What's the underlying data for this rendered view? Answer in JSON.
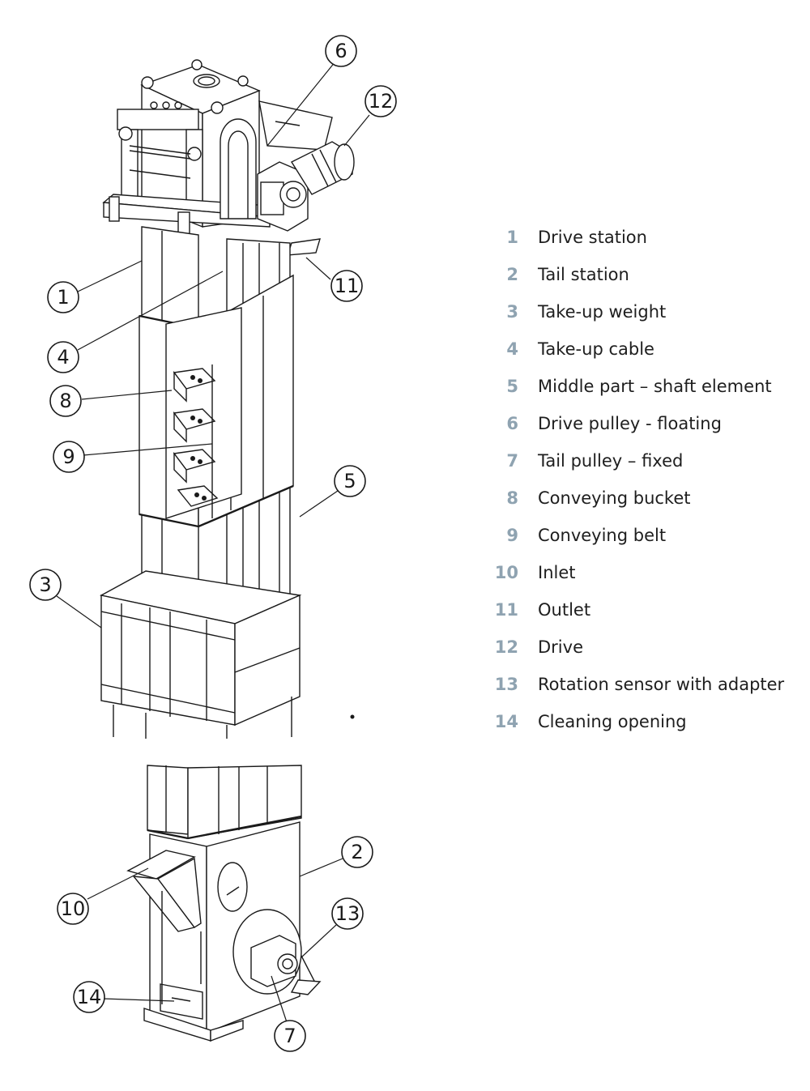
{
  "diagram": {
    "callouts": [
      "1",
      "2",
      "3",
      "4",
      "5",
      "6",
      "7",
      "8",
      "9",
      "10",
      "11",
      "12",
      "13",
      "14"
    ]
  },
  "legend": {
    "items": [
      {
        "num": "1",
        "label": "Drive station"
      },
      {
        "num": "2",
        "label": "Tail station"
      },
      {
        "num": "3",
        "label": "Take-up weight"
      },
      {
        "num": "4",
        "label": "Take-up cable"
      },
      {
        "num": "5",
        "label": "Middle part – shaft element"
      },
      {
        "num": "6",
        "label": "Drive pulley - floating"
      },
      {
        "num": "7",
        "label": "Tail pulley – fixed"
      },
      {
        "num": "8",
        "label": "Conveying bucket"
      },
      {
        "num": "9",
        "label": "Conveying belt"
      },
      {
        "num": "10",
        "label": "Inlet"
      },
      {
        "num": "11",
        "label": "Outlet"
      },
      {
        "num": "12",
        "label": "Drive"
      },
      {
        "num": "13",
        "label": "Rotation sensor with adapter"
      },
      {
        "num": "14",
        "label": "Cleaning opening"
      }
    ]
  },
  "colors": {
    "legend_number": "#8fa3b1",
    "legend_text": "#1e1e1e",
    "line": "#1a1a1a"
  }
}
